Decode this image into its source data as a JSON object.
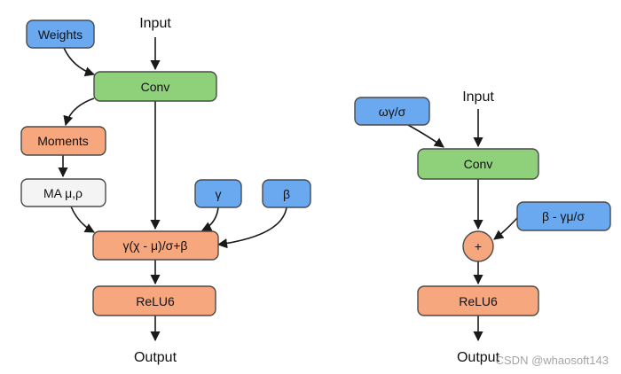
{
  "colors": {
    "blue": "#6aa8f0",
    "green": "#8fd17a",
    "orange": "#f7a77d",
    "white": "#f4f4f4",
    "stroke": "#4a4a4a"
  },
  "left": {
    "input": "Input",
    "weights": "Weights",
    "conv": "Conv",
    "moments": "Moments",
    "ma": "MA μ,ρ",
    "gamma": "γ",
    "beta": "β",
    "bn": "γ(χ - μ)/σ+β",
    "relu": "ReLU6",
    "output": "Output"
  },
  "right": {
    "input": "Input",
    "weights": "ωγ/σ",
    "conv": "Conv",
    "bias": "β - γμ/σ",
    "add": "+",
    "relu": "ReLU6",
    "output": "Output"
  },
  "watermark": "CSDN @whaosoft143"
}
